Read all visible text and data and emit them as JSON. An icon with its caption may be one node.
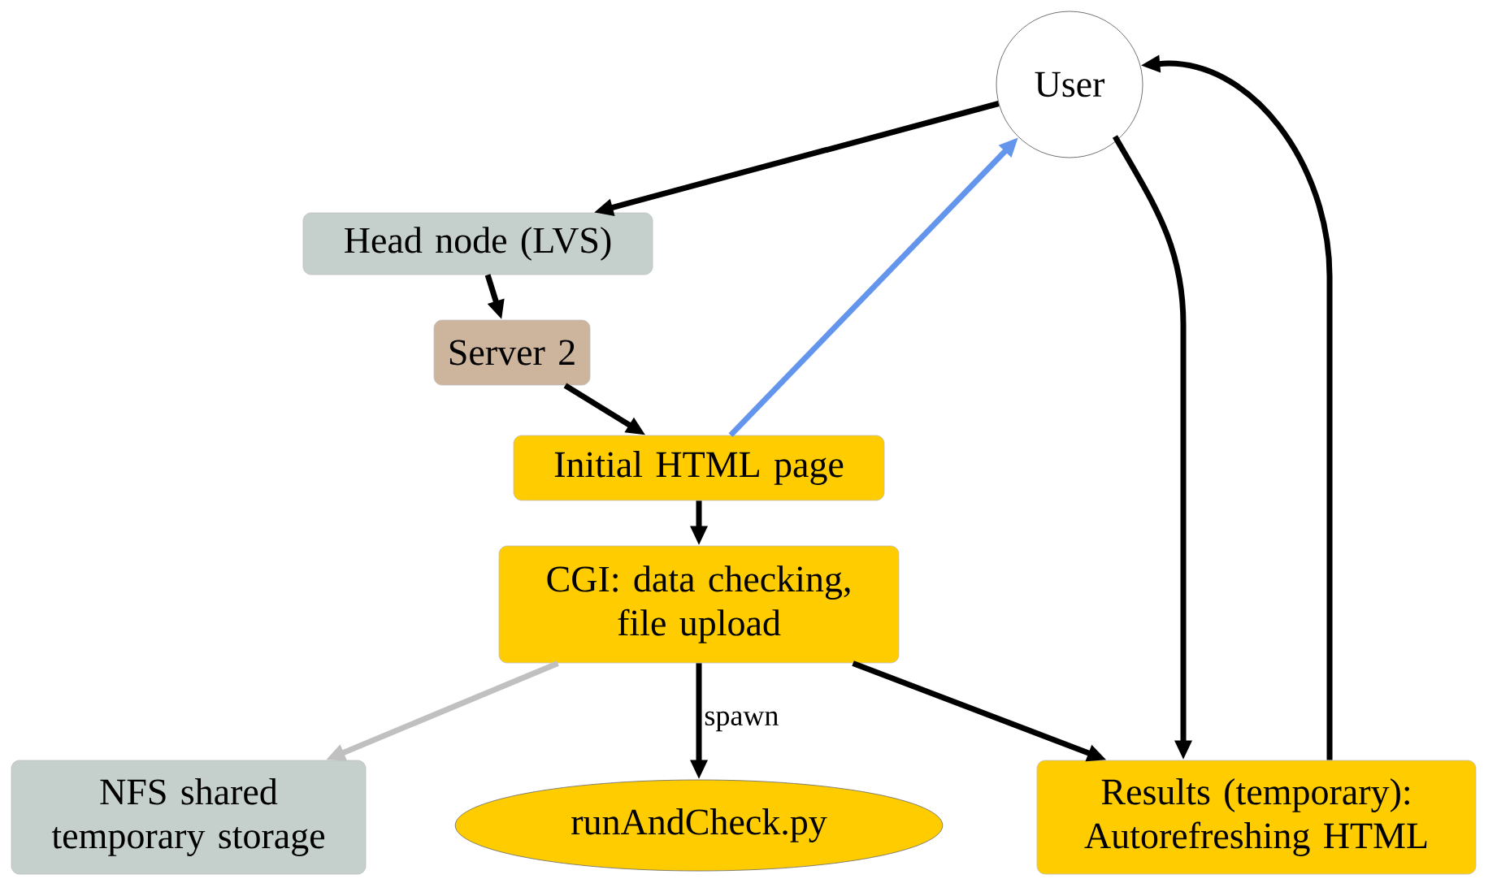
{
  "diagram": {
    "nodes": [
      {
        "text": [
          "User"
        ]
      },
      {
        "text": [
          "Head node (LVS)"
        ]
      },
      {
        "text": [
          "Server 2"
        ]
      },
      {
        "text": [
          "Initial HTML page"
        ]
      },
      {
        "text": [
          "CGI: data checking, file upload"
        ]
      },
      {
        "text": [
          "NFS shared temporary storage"
        ]
      },
      {
        "text": [
          "runAndCheck.py"
        ]
      },
      {
        "text": [
          "Results (temporary): Autorefreshing HTML"
        ]
      }
    ],
    "edges": [
      {
        "from": 0,
        "to": 1,
        "arrow": "to"
      },
      {
        "from": 1,
        "to": 2,
        "arrow": "to"
      },
      {
        "from": 2,
        "to": 3,
        "arrow": "to"
      },
      {
        "from": 3,
        "to": 0,
        "arrow": "to",
        "color": "#6495ed"
      },
      {
        "from": 3,
        "to": 4,
        "arrow": "to"
      },
      {
        "from": 4,
        "to": 5,
        "arrow": "to",
        "color": "#c0c0c0"
      },
      {
        "from": 4,
        "to": 6,
        "arrow": "to",
        "label": "spawn"
      },
      {
        "from": 4,
        "to": 7,
        "arrow": "to"
      },
      {
        "from": 0,
        "to": 7,
        "arrow": "to"
      },
      {
        "from": 7,
        "to": 0,
        "arrow": "to"
      }
    ]
  }
}
